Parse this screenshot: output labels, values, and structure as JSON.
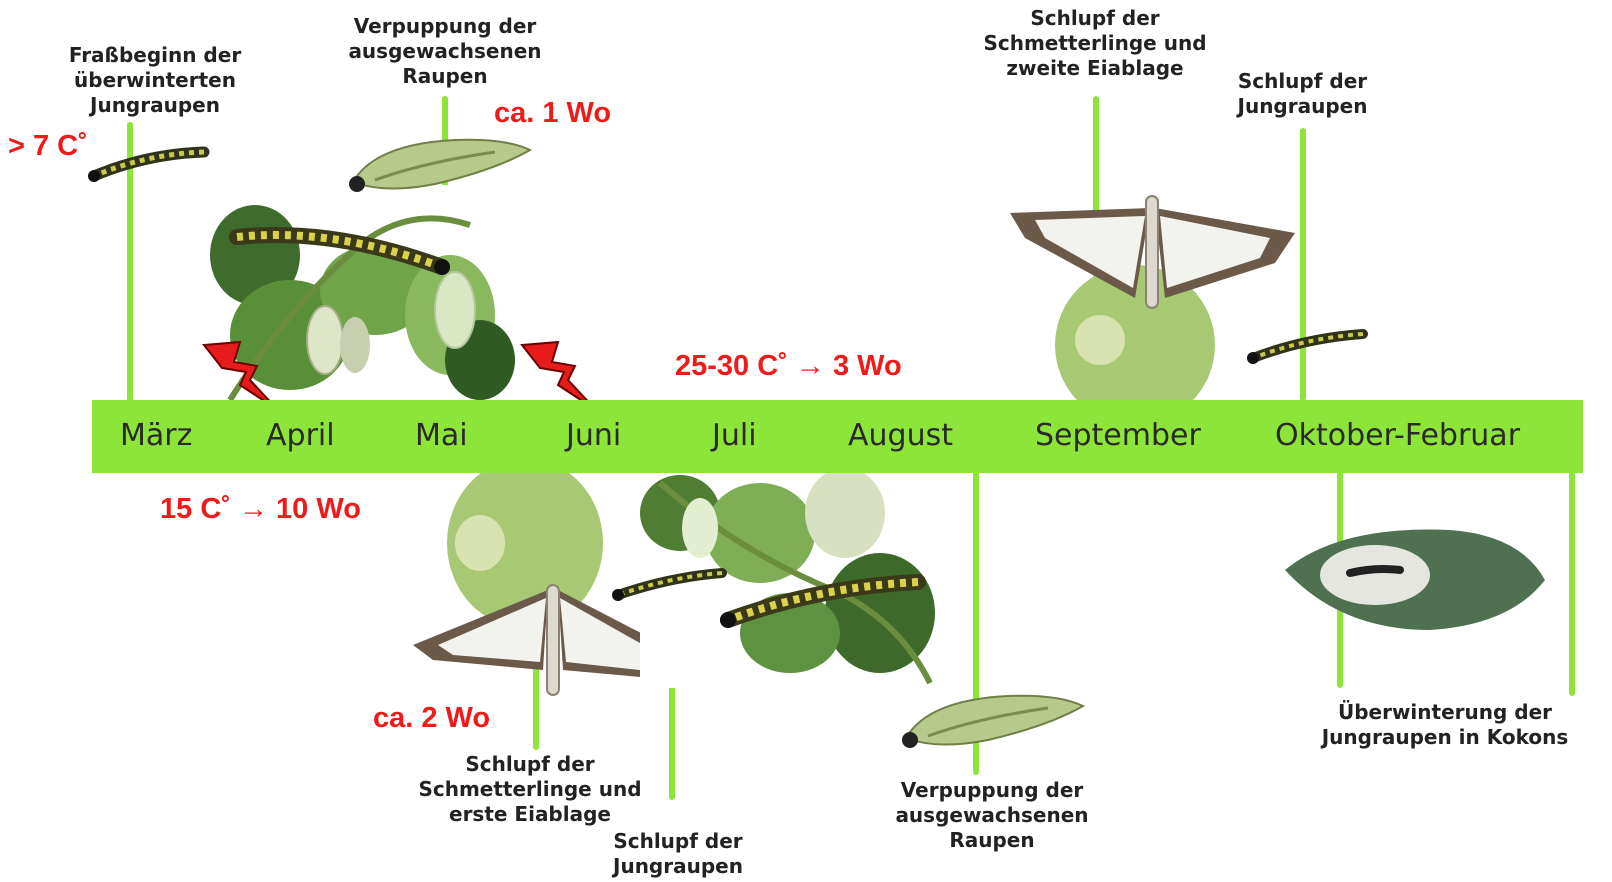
{
  "timeline": {
    "months": [
      "März",
      "April",
      "Mai",
      "Juni",
      "Juli",
      "August",
      "September",
      "Oktober-Februar"
    ],
    "colors": {
      "bar": "#8ee53a",
      "temperature_text": "#ef1b1b",
      "label_text": "#222222"
    }
  },
  "events_above": {
    "feeding_start": "Fraßbeginn der\nüberwinterten\nJungraupen",
    "pupation_1": "Verpuppung der\nausgewachsenen\nRaupen",
    "hatch_moths_2": "Schlupf der\nSchmetterlinge und\nzweite Eiablage",
    "hatch_larvae_2": "Schlupf der\nJungraupen"
  },
  "events_below": {
    "hatch_moths_1": "Schlupf der\nSchmetterlinge und\nerste Eiablage",
    "hatch_larvae_1": "Schlupf der\nJungraupen",
    "pupation_2": "Verpuppung der\nausgewachsenen\nRaupen",
    "overwintering": "Überwinterung der\nJungraupen in Kokons"
  },
  "temperatures": {
    "threshold": "> 7 C˚",
    "spring": "15 C˚  → 10 Wo",
    "summer": "25-30 C˚  → 3 Wo",
    "pupa_duration": "ca. 1 Wo",
    "moth_duration": "ca. 2 Wo"
  },
  "icons": [
    "caterpillar-icon",
    "pupa-icon",
    "moth-icon",
    "box-leaf-icon",
    "lightning-icon",
    "cocoon-leaf-icon"
  ]
}
